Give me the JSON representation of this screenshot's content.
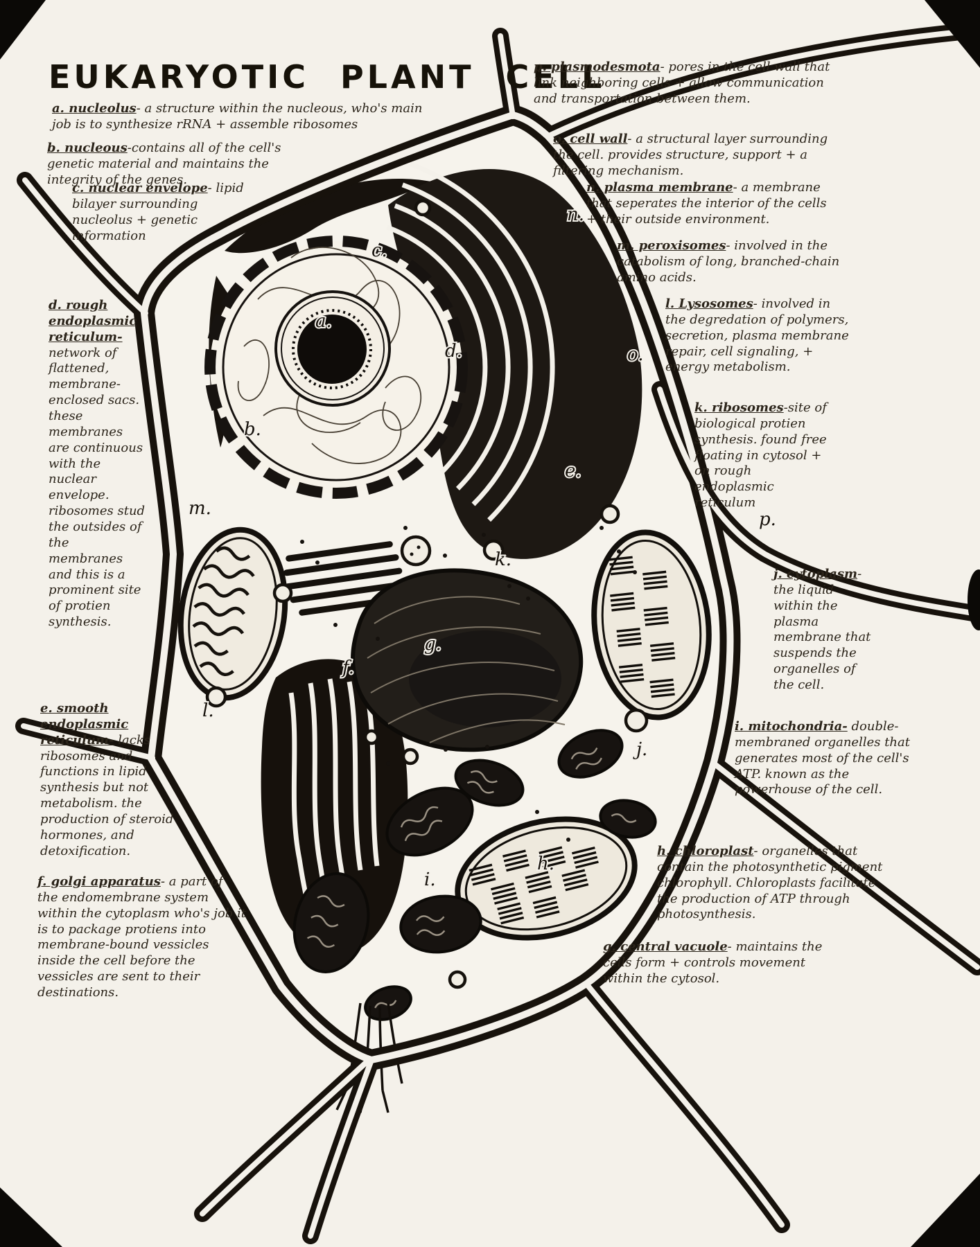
{
  "title": "EUKARYOTIC PLANT CELL",
  "annotations": [
    {
      "term": "a. nucleolus",
      "desc": "- a structure within the nucleous, who's main job is to synthesize rRNA + assemble ribosomes"
    },
    {
      "term": "b. nucleous",
      "desc": "-contains all of the cell's genetic material and maintains the integrity of the genes."
    },
    {
      "term": "c. nuclear envelope",
      "desc": "- lipid bilayer surrounding nucleolus + genetic information"
    },
    {
      "term": "d. rough endoplasmic reticulum-",
      "desc": " network of flattened, membrane-enclosed sacs. these membranes are continuous with the nuclear envelope. ribosomes stud the outsides of the membranes and this is a prominent site of protien synthesis."
    },
    {
      "term": "e. smooth endoplasmic reticulum-",
      "desc": " lacks ribosomes and functions in lipid synthesis but not metabolism. the production of steroid hormones, and detoxification."
    },
    {
      "term": "f. golgi apparatus",
      "desc": "- a part of the endomembrane system within the cytoplasm who's job it is to package protiens into membrane-bound vessicles inside the cell before the vessicles are sent to their destinations."
    },
    {
      "term": "g. central vacuole",
      "desc": "- maintains the cells form + controls movement within the cytosol."
    },
    {
      "term": "h. chloroplast",
      "desc": "- organelles that contain the photosynthetic pigment chlorophyll. Chloroplasts facilitate the production of ATP through photosynthesis."
    },
    {
      "term": "i. mitochondria-",
      "desc": " double-membraned organelles that generates most of the cell's ATP. known as the powerhouse of the cell."
    },
    {
      "term": "j. cytoplasm",
      "desc": "- the liquid within the plasma membrane that suspends the organelles of the cell."
    },
    {
      "term": "k. ribosomes",
      "desc": "-site of biological protien synthesis. found free floating in cytosol + on rough endoplasmic reticulum"
    },
    {
      "term": "l. Lysosomes",
      "desc": "- involved in the degredation of polymers, secretion, plasma membrane repair, cell signaling, + energy metabolism."
    },
    {
      "term": "m. peroxisomes",
      "desc": "- involved in the catabolism of long, branched-chain amino acids."
    },
    {
      "term": "n. plasma membrane",
      "desc": "- a membrane that seperates the interior of the cells + their outside environment."
    },
    {
      "term": "o. cell wall",
      "desc": "- a structural layer surrounding the cell. provides structure, support + a filtering mechanism."
    },
    {
      "term": "p. plasmodesmota",
      "desc": "- pores in the cell wall that link neighboring cells + allow communication and transportation between them."
    }
  ],
  "cell_labels": [
    "a.",
    "b.",
    "c.",
    "d.",
    "e.",
    "f.",
    "g.",
    "h.",
    "i.",
    "j.",
    "k.",
    "l.",
    "m.",
    "n.",
    "o.",
    "p."
  ]
}
